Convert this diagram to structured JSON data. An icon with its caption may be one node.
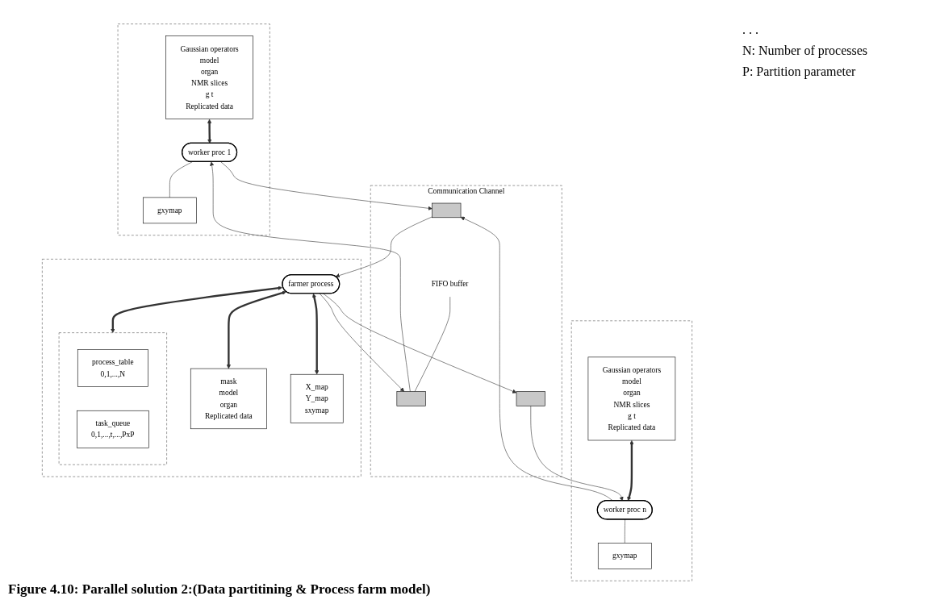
{
  "diagram": {
    "caption": "Figure 4.10: Parallel solution 2:(Data partitining & Process farm model)",
    "nodes": [
      {
        "text": [],
        "shape": "box"
      },
      {
        "text": [
          "Gaussian operators",
          "model",
          "organ",
          "NMR slices",
          "g t",
          "Replicated data"
        ],
        "in": 0
      },
      {
        "text": [
          "worker proc 1"
        ],
        "in": 0
      },
      {
        "text": [
          "gxymap"
        ],
        "in": 0
      },
      {
        "text": [],
        "shape": "box"
      },
      {
        "text": [
          "Gaussian operators",
          "model",
          "organ",
          "NMR slices",
          "g t",
          "Replicated data"
        ],
        "in": 4
      },
      {
        "text": [
          "worker proc n"
        ],
        "in": 4
      },
      {
        "text": [
          "gxymap"
        ],
        "in": 4
      },
      {
        "text": [
          "Communication Channel"
        ]
      },
      {
        "text": [
          "FIFO buffer"
        ],
        "in": 8
      },
      {
        "text": [],
        "shape": "box",
        "in": 8
      },
      {
        "text": [],
        "shape": "box",
        "in": 8
      },
      {
        "text": [],
        "shape": "box",
        "in": 8
      },
      {
        "text": [],
        "shape": "box"
      },
      {
        "text": [],
        "shape": "box",
        "in": 13
      },
      {
        "text": [
          "process_table",
          "0,1,...,N"
        ],
        "in": 14
      },
      {
        "text": [
          "task_queue",
          "0,1,...,t,...,PxP"
        ],
        "in": 14
      },
      {
        "text": [
          "farmer process"
        ],
        "in": 13
      },
      {
        "text": [
          "mask",
          "model",
          "organ",
          "Replicated data"
        ],
        "in": 13
      },
      {
        "text": [
          "X_map",
          "Y_map",
          "sxymap"
        ],
        "in": 13
      }
    ],
    "edges": [
      {
        "from": 1,
        "to": 2,
        "arrow": "both",
        "style": "thick"
      },
      {
        "from": 2,
        "to": 3,
        "arrow": "none"
      },
      {
        "from": 5,
        "to": 6,
        "arrow": "both",
        "style": "thick"
      },
      {
        "from": 6,
        "to": 7,
        "arrow": "none"
      },
      {
        "from": 9,
        "to": 10,
        "arrow": "none"
      },
      {
        "from": 10,
        "to": 2,
        "arrow": "to"
      },
      {
        "from": 2,
        "to": 11,
        "arrow": "to"
      },
      {
        "from": 6,
        "to": 11,
        "arrow": "to"
      },
      {
        "from": 12,
        "to": 6,
        "arrow": "to"
      },
      {
        "from": 11,
        "to": 17,
        "arrow": "to"
      },
      {
        "from": 17,
        "to": 10,
        "arrow": "to"
      },
      {
        "from": 17,
        "to": 12,
        "arrow": "to"
      },
      {
        "from": 17,
        "to": 14,
        "arrow": "both",
        "style": "thick"
      },
      {
        "from": 17,
        "to": 19,
        "arrow": "both",
        "style": "thick"
      },
      {
        "from": 17,
        "to": 18,
        "arrow": "both",
        "style": "thick"
      }
    ],
    "labels": [
      ". . .",
      "N: Number of processes",
      "P: Partition parameter"
    ]
  }
}
